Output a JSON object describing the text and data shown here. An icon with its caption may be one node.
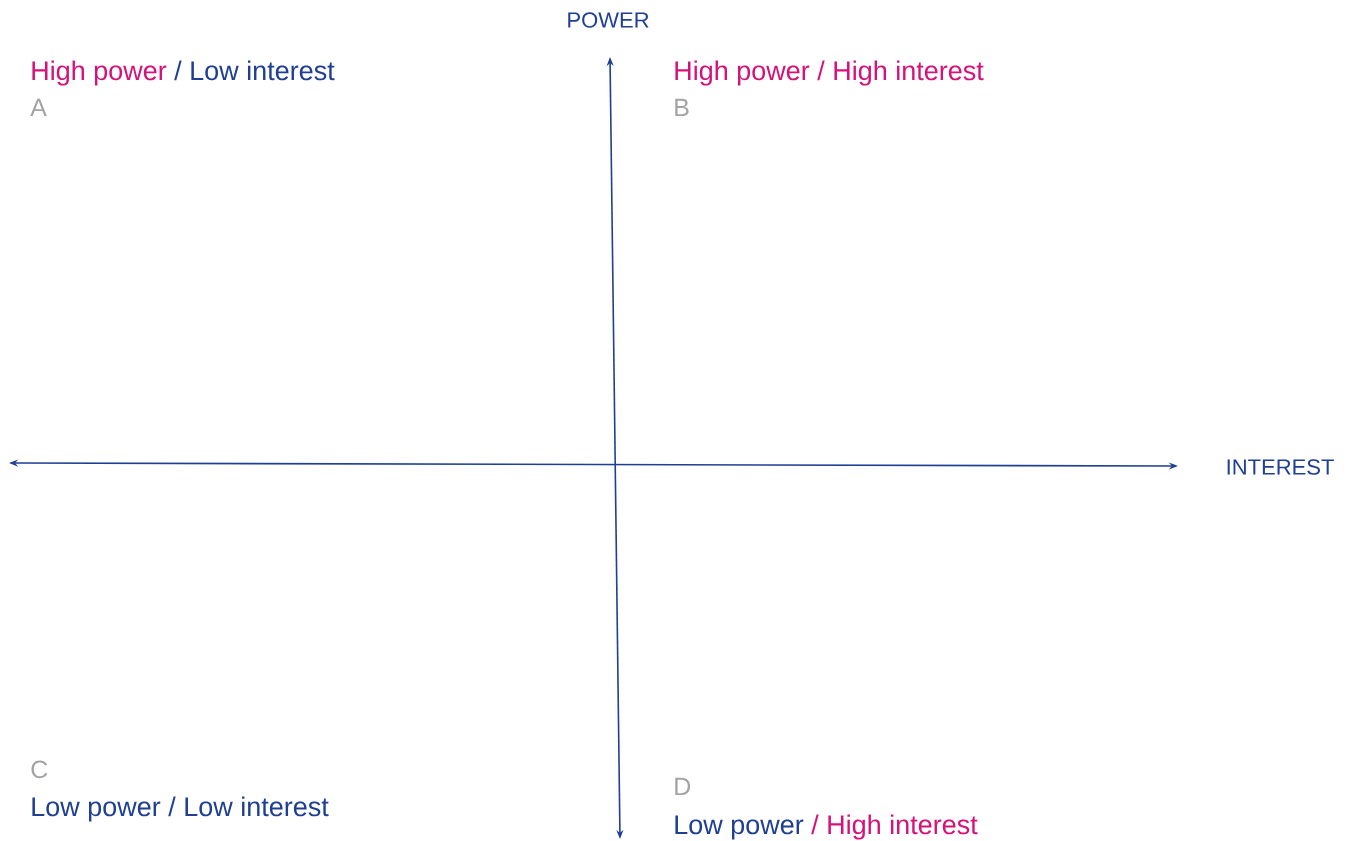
{
  "diagram": {
    "labels": [
      "POWER",
      "High power",
      "/ Low interest",
      "High power / High interest",
      "A",
      "B",
      "INTEREST",
      "C",
      "D",
      "Low power / Low interest",
      "Low power",
      "/ High interest"
    ]
  }
}
